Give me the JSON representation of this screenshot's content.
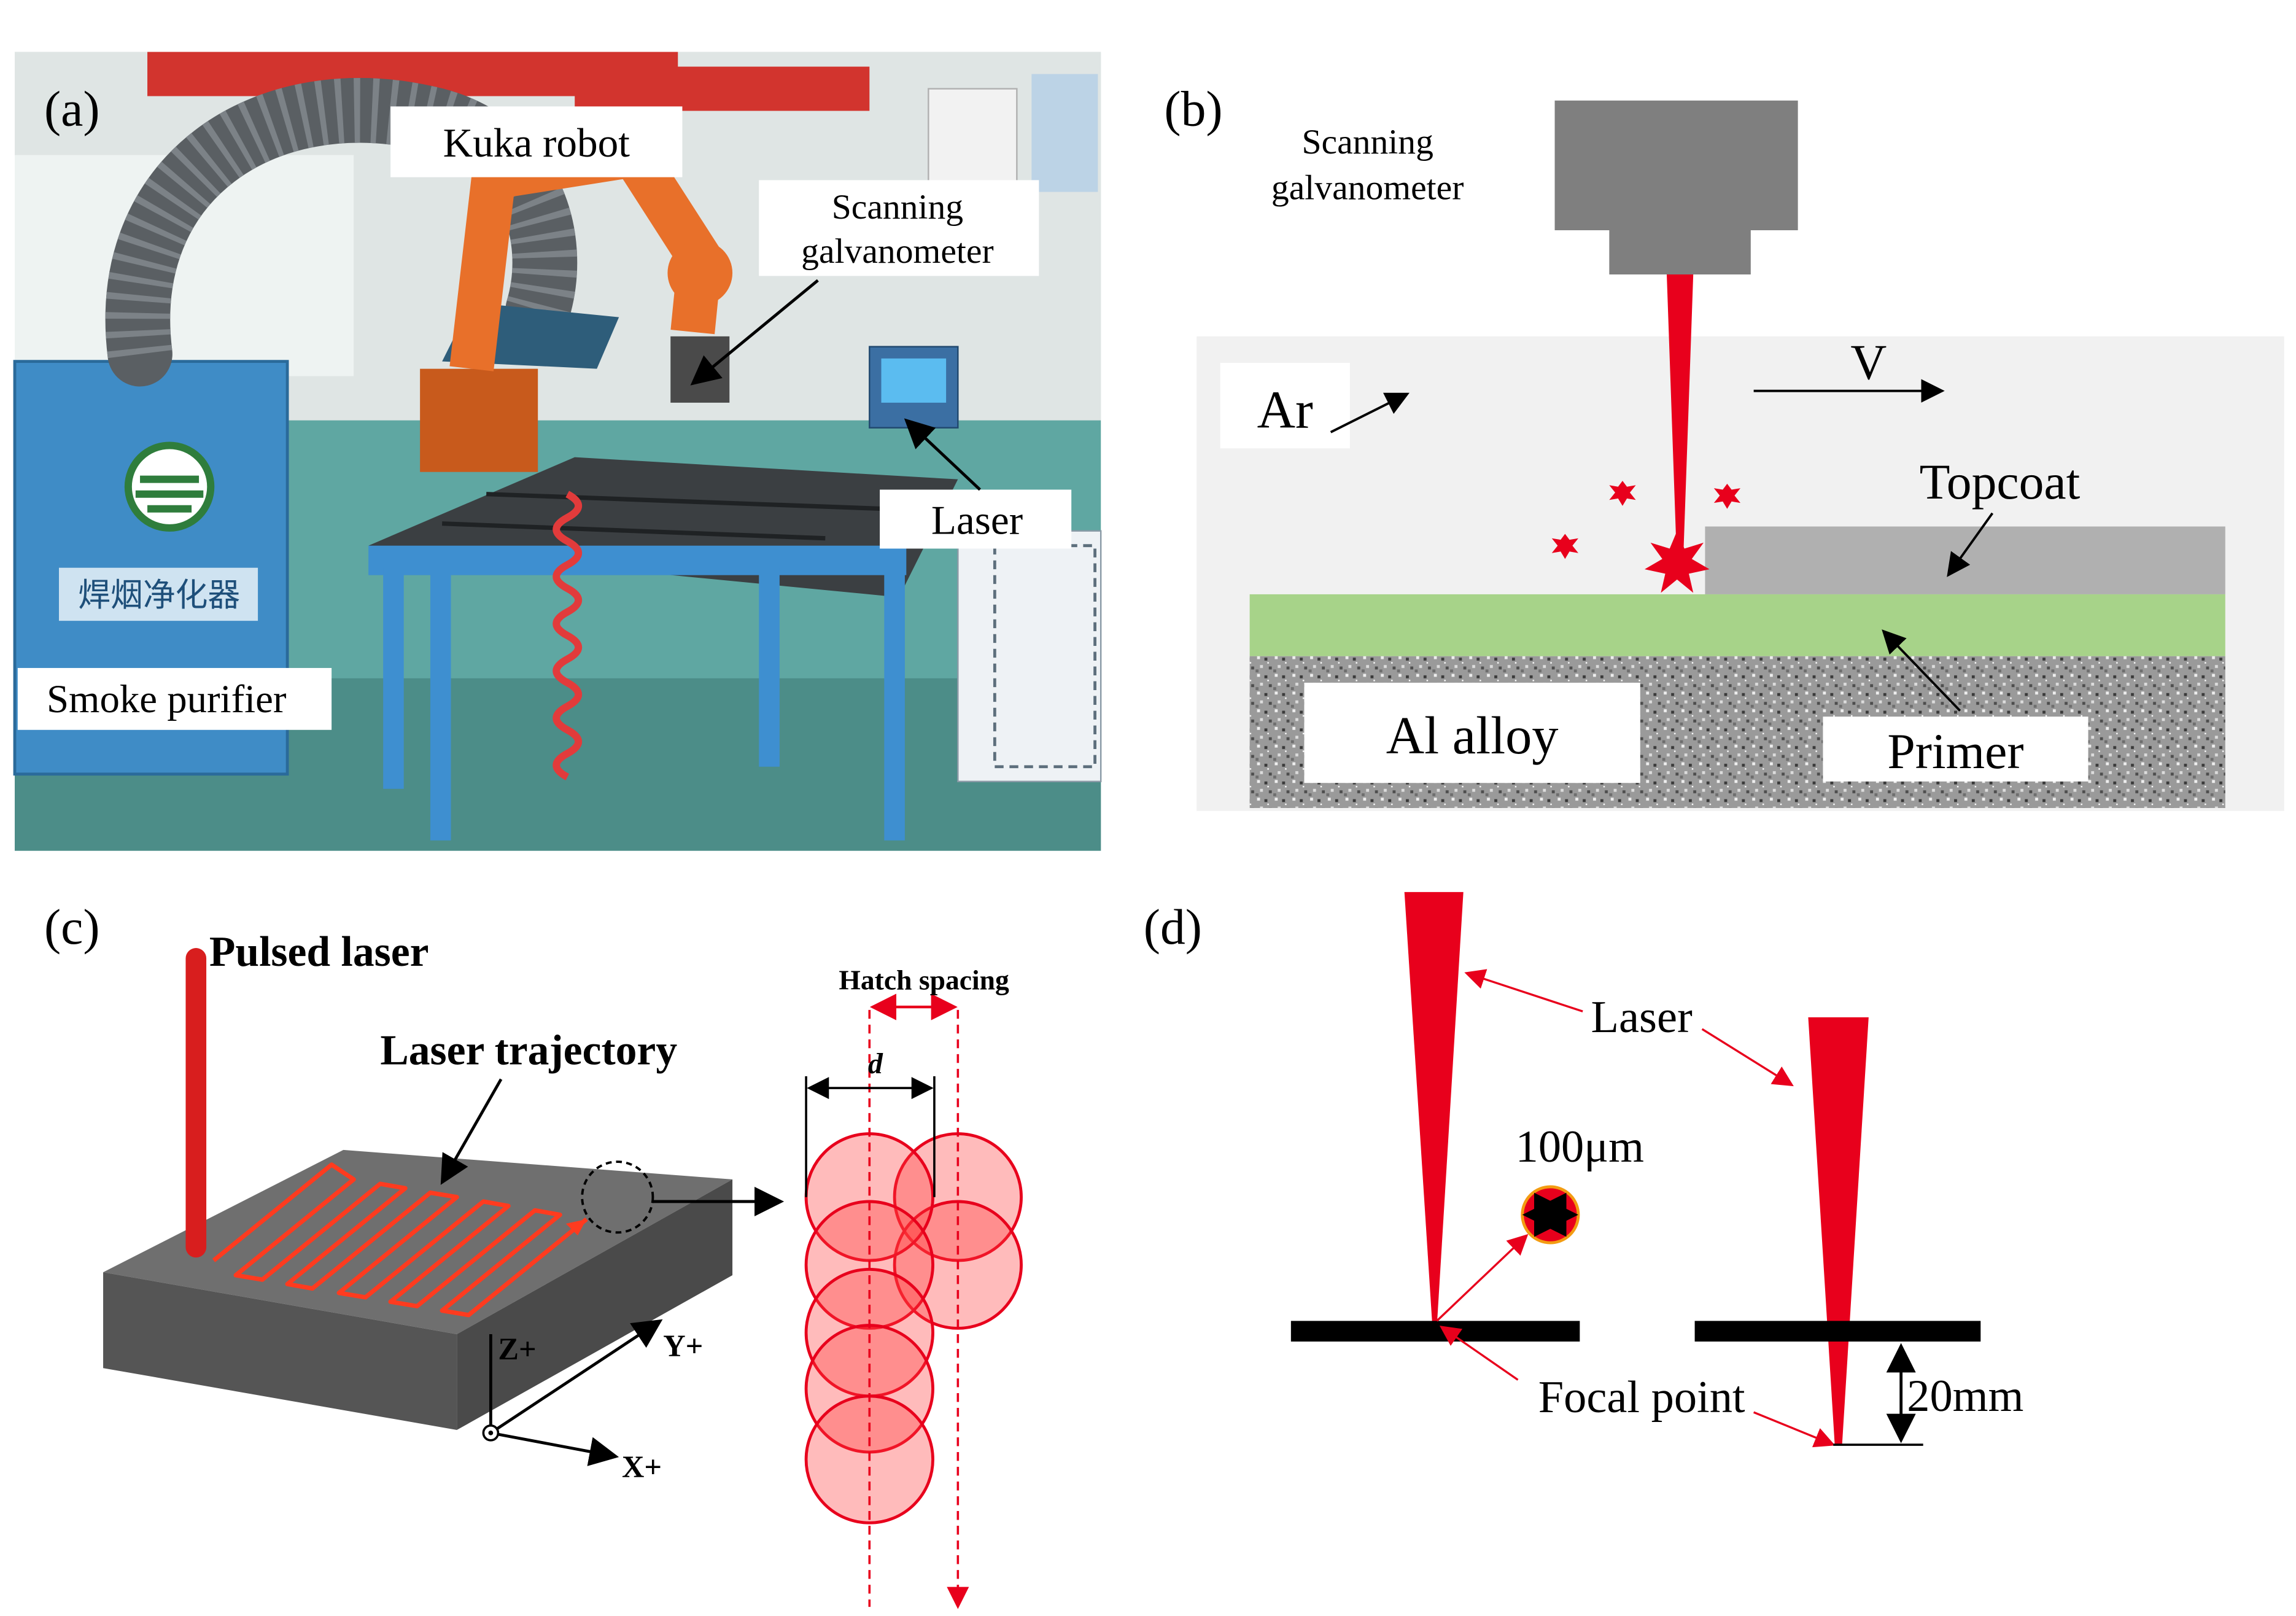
{
  "panels": {
    "a": {
      "label": "(a)",
      "callouts": {
        "robot": "Kuka robot",
        "galvo_line1": "Scanning",
        "galvo_line2": "galvanometer",
        "laser": "Laser",
        "smoke": "Smoke purifier"
      },
      "banner_text": "焊烟净化器"
    },
    "b": {
      "label": "(b)",
      "galvo_line1": "Scanning",
      "galvo_line2": "galvanometer",
      "gas": "Ar",
      "velocity": "V",
      "topcoat": "Topcoat",
      "primer": "Primer",
      "substrate": "Al alloy",
      "colors": {
        "beam": "#e8001c",
        "topcoat": "#b0b0b0",
        "primer": "#a7d389",
        "galvo": "#7f7f7f"
      }
    },
    "c": {
      "label": "(c)",
      "source": "Pulsed laser",
      "trajectory": "Laser trajectory",
      "hatch": "Hatch spacing",
      "diameter": "d",
      "axis_z": "Z+",
      "axis_y": "Y+",
      "axis_x": "X+"
    },
    "d": {
      "label": "(d)",
      "laser": "Laser",
      "spot": "100μm",
      "focal": "Focal point",
      "offset": "20mm"
    }
  }
}
